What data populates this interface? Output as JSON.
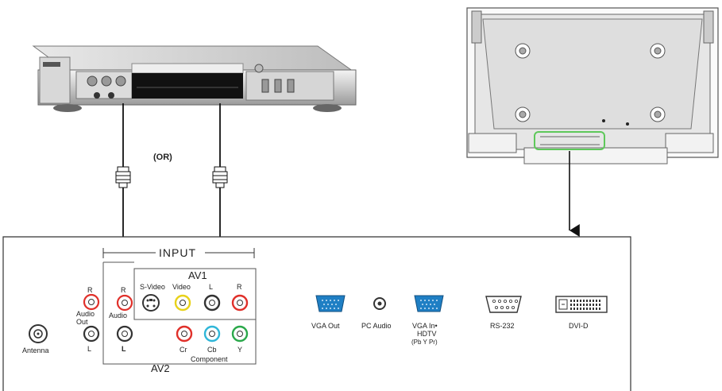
{
  "labels": {
    "or": "(OR)",
    "input": "INPUT",
    "av1": "AV1",
    "av2": "AV2",
    "s_video": "S-Video",
    "video": "Video",
    "l": "L",
    "r": "R",
    "audio": "Audio",
    "out": "Out",
    "antenna": "Antenna",
    "cr": "Cr",
    "cb": "Cb",
    "y": "Y",
    "component": "Component",
    "vga_out": "VGA Out",
    "pc_audio": "PC Audio",
    "vga_in": "VGA In•",
    "hdtv": "HDTV",
    "pbypr": "(Pb Y Pr)",
    "rs232": "RS-232",
    "dvid": "DVI-D"
  },
  "colors": {
    "red": "#e0302a",
    "yellow": "#e8d21a",
    "cyan": "#2fb6d8",
    "green": "#2aa84a",
    "blue": "#1f7fc4",
    "highlight": "#5ec85a",
    "line": "#111111"
  },
  "icons": [
    "rca-jack-icon",
    "s-video-jack-icon",
    "vga-port-icon",
    "rs232-port-icon",
    "dvi-port-icon",
    "rf-antenna-jack-icon",
    "cable-plug-icon"
  ]
}
